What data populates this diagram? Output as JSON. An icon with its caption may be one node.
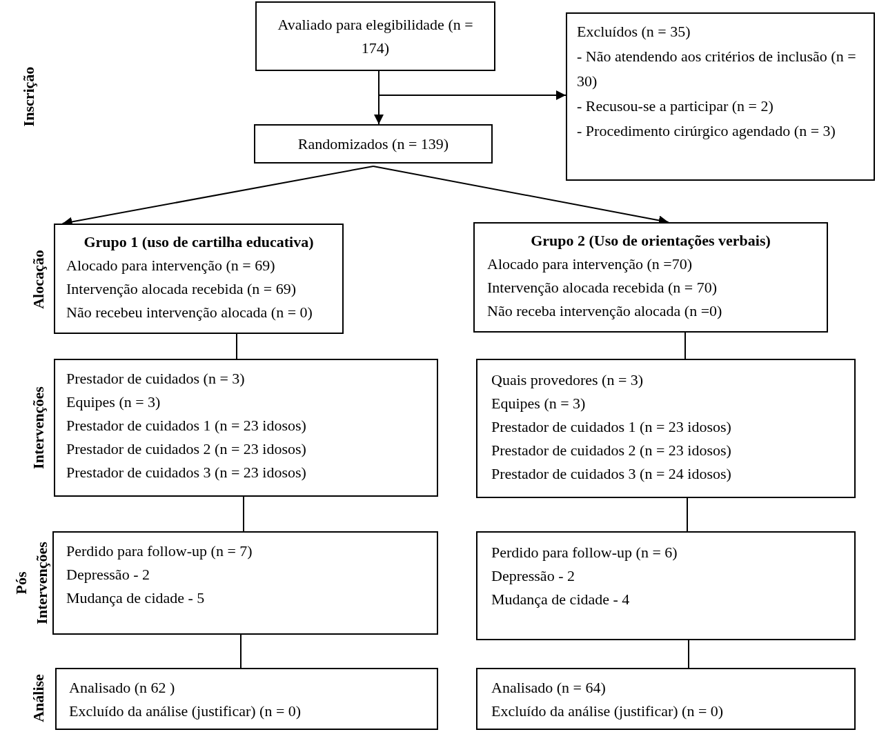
{
  "diagram": {
    "nodes": [
      {
        "text": [
          "Avaliado para elegibilidade (n = 174)"
        ]
      },
      {
        "text": [
          "Randomizados (n = 139)"
        ]
      },
      {
        "text": [
          "Excluídos (n = 35)",
          "- Não atendendo aos critérios de inclusão (n = 30)",
          "- Recusou-se a participar (n = 2)",
          "- Procedimento cirúrgico agendado (n = 3)"
        ]
      },
      {
        "text": [
          "Grupo 1 (uso de cartilha educativa)",
          "Alocado para intervenção (n = 69)",
          "Intervenção alocada recebida (n = 69)",
          "Não recebeu intervenção alocada (n = 0)"
        ]
      },
      {
        "text": [
          "Grupo 2 (Uso de orientações verbais)",
          "Alocado para intervenção (n =70)",
          "Intervenção alocada recebida (n = 70)",
          "Não receba intervenção alocada (n =0)"
        ]
      },
      {
        "text": [
          "Prestador de cuidados (n = 3)",
          "Equipes (n = 3)",
          "Prestador de cuidados 1 (n = 23 idosos)",
          "Prestador de cuidados 2 (n = 23 idosos)",
          "Prestador de cuidados 3 (n = 23 idosos)"
        ]
      },
      {
        "text": [
          "Quais provedores (n = 3)",
          "Equipes (n = 3)",
          "Prestador de cuidados 1 (n = 23 idosos)",
          "Prestador de cuidados 2 (n = 23 idosos)",
          "Prestador de cuidados 3 (n = 24 idosos)"
        ]
      },
      {
        "text": [
          "Perdido para follow-up (n = 7)",
          "Depressão - 2",
          "Mudança de cidade - 5"
        ]
      },
      {
        "text": [
          "Perdido para follow-up (n = 6)",
          "Depressão - 2",
          "Mudança de cidade - 4"
        ]
      },
      {
        "text": [
          "Analisado (n 62 )",
          "Excluído da análise (justificar) (n = 0)"
        ]
      },
      {
        "text": [
          "Analisado (n = 64)",
          "Excluído da análise (justificar) (n = 0)"
        ]
      }
    ],
    "edges": [
      {
        "from": 0,
        "to": 1,
        "arrow": "to"
      },
      {
        "from": 0,
        "to": 2,
        "arrow": "to"
      },
      {
        "from": 1,
        "to": 3,
        "arrow": "to"
      },
      {
        "from": 1,
        "to": 4,
        "arrow": "to"
      },
      {
        "from": 3,
        "to": 5,
        "arrow": "none"
      },
      {
        "from": 4,
        "to": 6,
        "arrow": "none"
      },
      {
        "from": 5,
        "to": 7,
        "arrow": "none"
      },
      {
        "from": 6,
        "to": 8,
        "arrow": "none"
      },
      {
        "from": 7,
        "to": 9,
        "arrow": "none"
      },
      {
        "from": 8,
        "to": 10,
        "arrow": "none"
      }
    ],
    "labels": [
      "Inscrição",
      "Alocação",
      "Intervenções",
      "Pós Intervenções",
      "Análise"
    ]
  }
}
